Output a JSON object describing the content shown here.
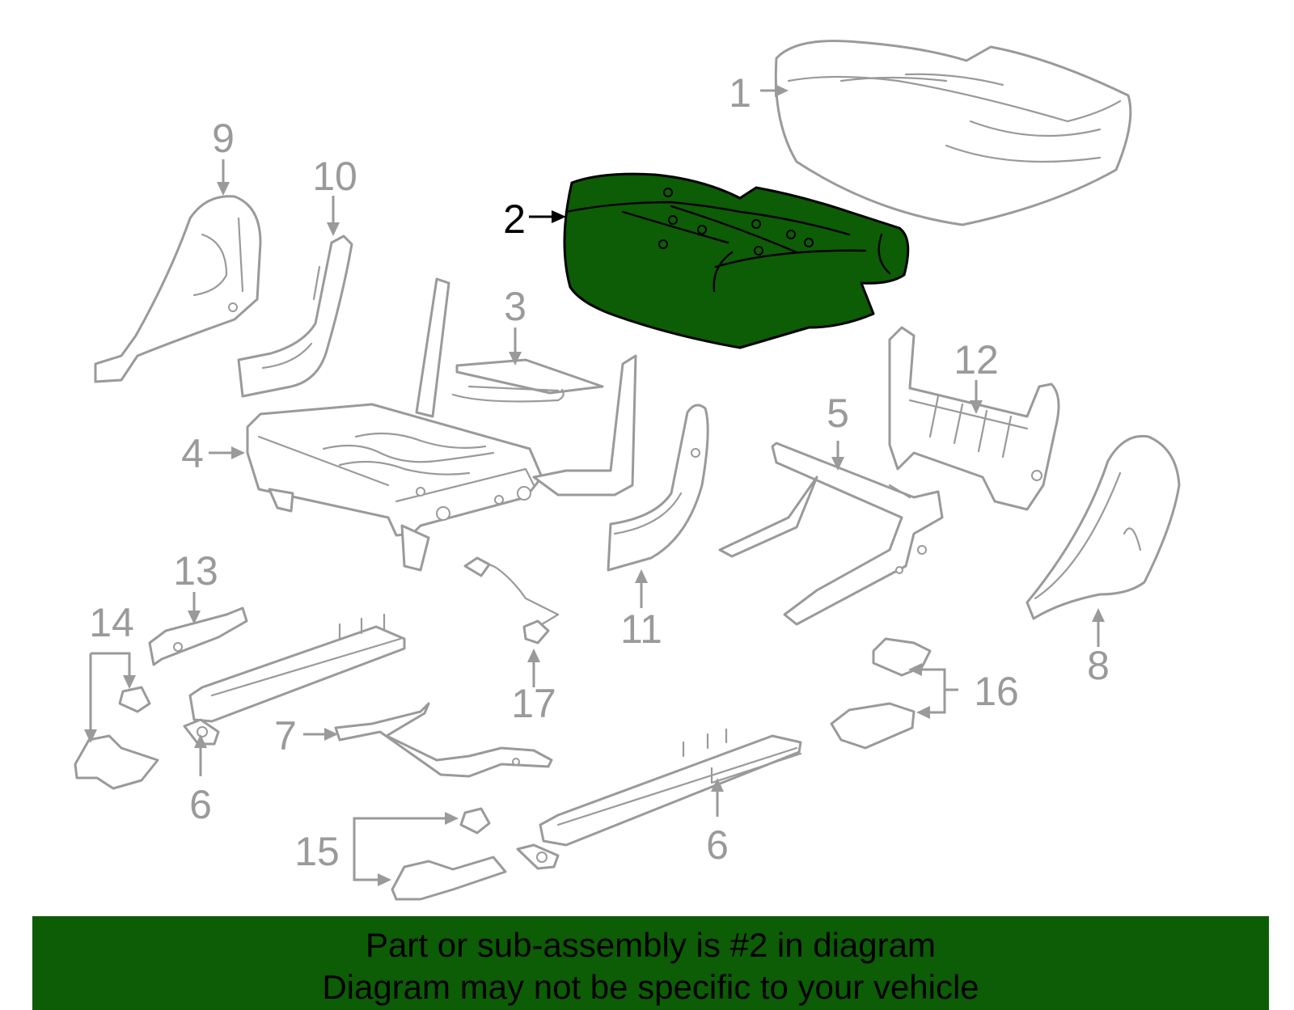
{
  "diagram": {
    "highlighted_part": "2",
    "highlight_color": "#0d5c06",
    "line_color": "#9a9a9a",
    "callouts": [
      {
        "id": "c1",
        "label": "1"
      },
      {
        "id": "c2",
        "label": "2"
      },
      {
        "id": "c3",
        "label": "3"
      },
      {
        "id": "c4",
        "label": "4"
      },
      {
        "id": "c5",
        "label": "5"
      },
      {
        "id": "c6a",
        "label": "6"
      },
      {
        "id": "c6b",
        "label": "6"
      },
      {
        "id": "c7",
        "label": "7"
      },
      {
        "id": "c8",
        "label": "8"
      },
      {
        "id": "c9",
        "label": "9"
      },
      {
        "id": "c10",
        "label": "10"
      },
      {
        "id": "c11",
        "label": "11"
      },
      {
        "id": "c12",
        "label": "12"
      },
      {
        "id": "c13",
        "label": "13"
      },
      {
        "id": "c14",
        "label": "14"
      },
      {
        "id": "c15",
        "label": "15"
      },
      {
        "id": "c16",
        "label": "16"
      },
      {
        "id": "c17",
        "label": "17"
      }
    ]
  },
  "banner": {
    "line1": "Part or sub-assembly is #2 in diagram",
    "line2": "Diagram may not be specific to your vehicle"
  }
}
